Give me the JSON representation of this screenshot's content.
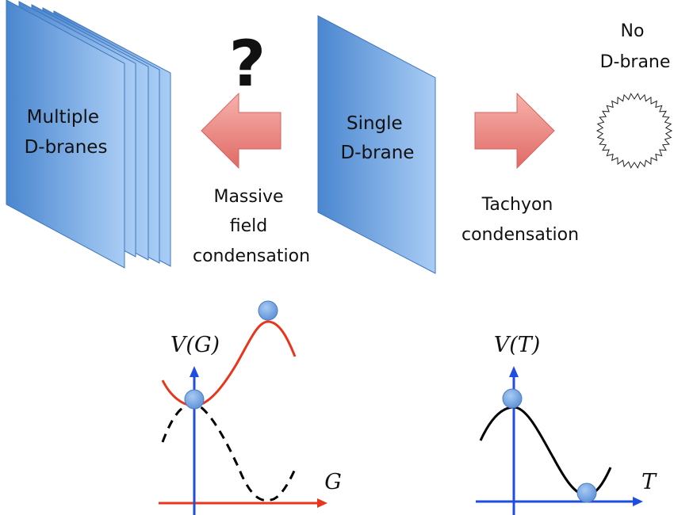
{
  "top": {
    "multiple_label": [
      "Multiple",
      "D-branes"
    ],
    "single_label": [
      "Single",
      "D-brane"
    ],
    "none_label": [
      "No",
      "D-brane"
    ],
    "question": "?",
    "left_arrow_caption": [
      "Massive",
      "field",
      "condensation"
    ],
    "right_arrow_caption": [
      "Tachyon",
      "condensation"
    ]
  },
  "bottom": {
    "left_plot": {
      "ylabel": "V(G)",
      "xlabel": "G"
    },
    "right_plot": {
      "ylabel": "V(T)",
      "xlabel": "T"
    }
  },
  "colors": {
    "brane_dark": "#4a86cf",
    "brane_light": "#a9cdf5",
    "arrow_dark": "#e06a66",
    "arrow_light": "#f7b2ac",
    "axis_blue": "#1f4de0",
    "curve_red": "#e8361c",
    "curve_black": "#000000",
    "ball": "#6f9fe0"
  }
}
